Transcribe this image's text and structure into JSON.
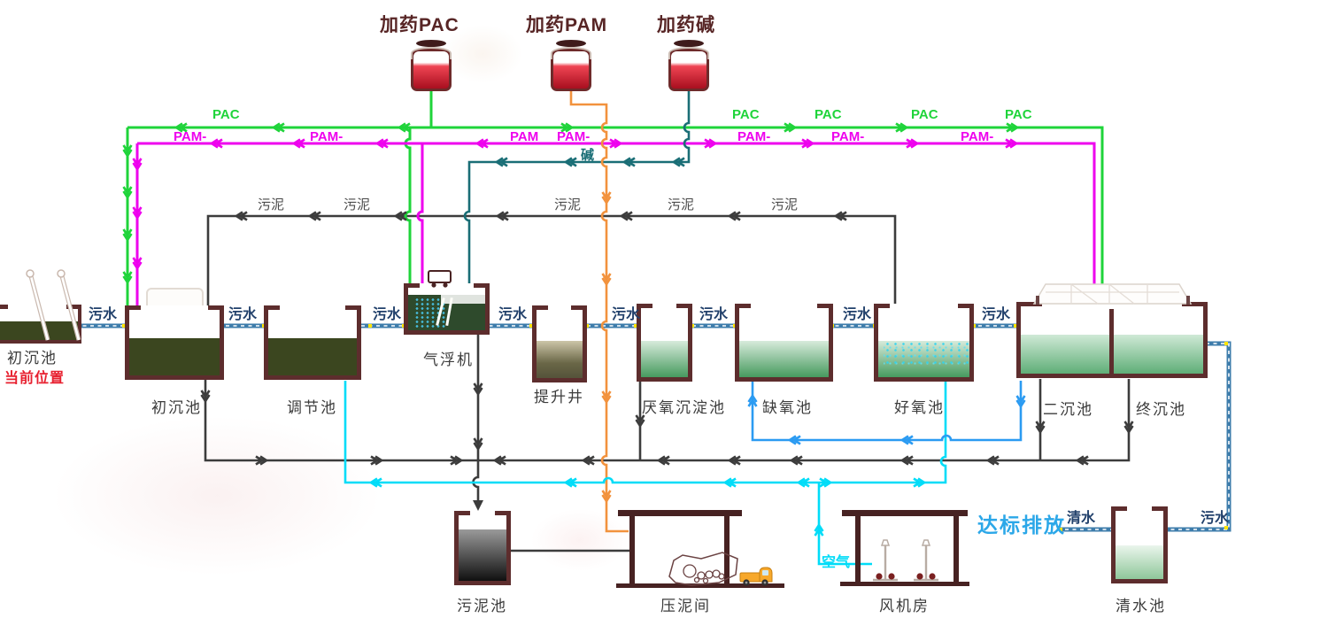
{
  "colors": {
    "pac_green": "#1fd43a",
    "pam_magenta": "#ee00ee",
    "alkali_teal": "#1a6e76",
    "pam_feed_orange": "#f2923d",
    "sludge_gray": "#3c3c3c",
    "sludge_label_gray": "#4a4a4a",
    "sewage_pipe_blue": "#3d7cab",
    "pipe_dash_white": "#ffffff",
    "air_cyan": "#00dcf8",
    "recycle_blue": "#2b9bf2",
    "wall_brown": "#5d2d2d",
    "junction_yellow": "#ffe400",
    "label_navy": "#21406b",
    "label_dark": "#3c3c3c",
    "current_red": "#e7202f",
    "discharge_blue": "#2ba7e8",
    "chem_title_brown": "#572525"
  },
  "dosing_stations": [
    {
      "label": "加药PAC"
    },
    {
      "label": "加药PAM"
    },
    {
      "label": "加药碱"
    }
  ],
  "chemical_lines": {
    "pac_labels": [
      "PAC",
      "PAC",
      "PAC",
      "PAC",
      "PAC"
    ],
    "pam_labels": [
      "PAM-",
      "PAM-",
      "PAM",
      "PAM-",
      "PAM-",
      "PAM-",
      "PAM-"
    ],
    "alkali_label": "碱"
  },
  "flow_labels": {
    "sewage": [
      "污水",
      "污水",
      "污水",
      "污水",
      "污水",
      "污水",
      "污水",
      "污水",
      "污水"
    ],
    "sludge": [
      "污泥",
      "污泥",
      "污泥",
      "污泥",
      "污泥"
    ],
    "air": "空气",
    "clean_water": "清水",
    "discharge": "达标排放"
  },
  "tanks": [
    {
      "id": "screen-tank",
      "label": "初沉池",
      "sublabel": "当前位置"
    },
    {
      "id": "primary-tank",
      "label": "初沉池"
    },
    {
      "id": "regulating-tank",
      "label": "调节池"
    },
    {
      "id": "flotation-unit",
      "label": "气浮机"
    },
    {
      "id": "lift-well",
      "label": "提升井"
    },
    {
      "id": "anaerobic-tank",
      "label": "厌氧沉淀池"
    },
    {
      "id": "anoxic-tank",
      "label": "缺氧池"
    },
    {
      "id": "aerobic-tank",
      "label": "好氧池"
    },
    {
      "id": "secondary-tank",
      "label": "二沉池"
    },
    {
      "id": "final-tank",
      "label": "终沉池"
    },
    {
      "id": "sludge-tank",
      "label": "污泥池"
    },
    {
      "id": "press-room",
      "label": "压泥间"
    },
    {
      "id": "blower-room",
      "label": "风机房"
    },
    {
      "id": "clean-tank",
      "label": "清水池"
    }
  ]
}
